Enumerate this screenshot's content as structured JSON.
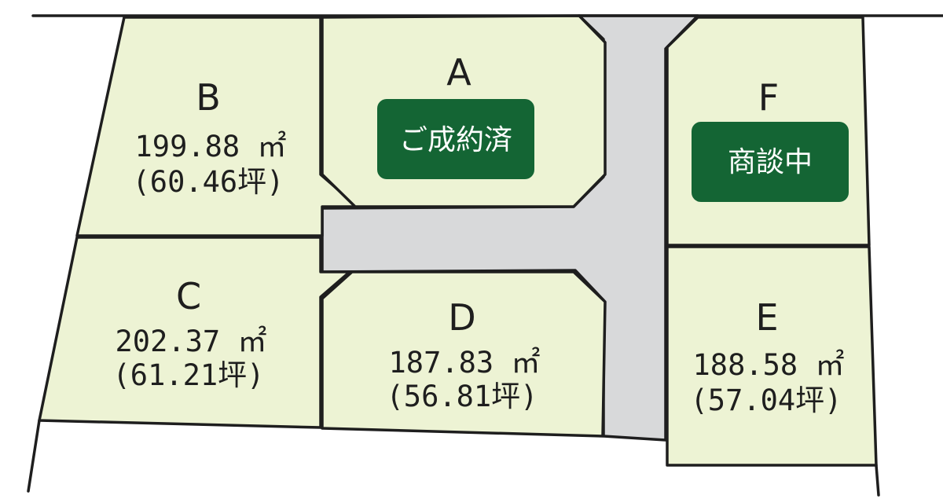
{
  "colors": {
    "lot_fill": "#edf3d4",
    "road_fill": "#d8d9da",
    "line": "#1e1e1e",
    "badge_fill": "#146534",
    "badge_text": "#ffffff"
  },
  "lots": [
    {
      "id": "A",
      "label": "A",
      "status_label": "ご成約済"
    },
    {
      "id": "B",
      "label": "B",
      "area_sqm": "199.88 ㎡",
      "area_tsubo": "(60.46坪)"
    },
    {
      "id": "C",
      "label": "C",
      "area_sqm": "202.37 ㎡",
      "area_tsubo": "(61.21坪)"
    },
    {
      "id": "D",
      "label": "D",
      "area_sqm": "187.83 ㎡",
      "area_tsubo": "(56.81坪)"
    },
    {
      "id": "E",
      "label": "E",
      "area_sqm": "188.58 ㎡",
      "area_tsubo": "(57.04坪)"
    },
    {
      "id": "F",
      "label": "F",
      "status_label": "商談中"
    }
  ]
}
